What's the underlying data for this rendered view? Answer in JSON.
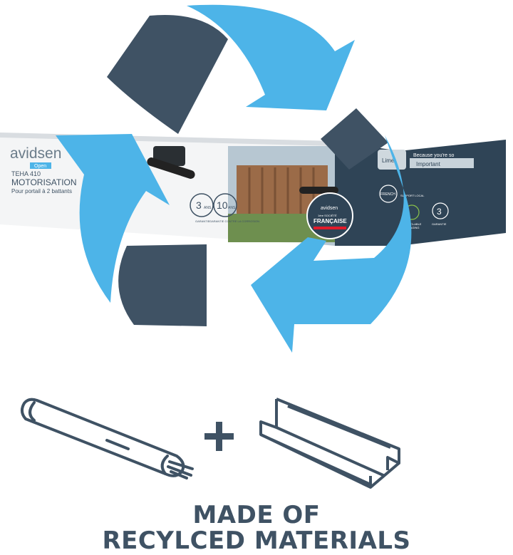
{
  "colors": {
    "arrow_light": "#4db4e8",
    "arrow_dark": "#3f5264",
    "box_navy": "#2f4456",
    "text_dark": "#3f5264",
    "icon_line": "#3f5264"
  },
  "box": {
    "brand": "avidsen",
    "brand_tag": "Open",
    "model": "TEHA 410",
    "product": "MOTORISATION",
    "subtitle": "Pour portail à 2 battants",
    "warranty_years": "3",
    "warranty_years_unit": "ANS",
    "warranty_label": "GARANTIE",
    "corrosion_years": "10",
    "corrosion_years_unit": "ANS",
    "corrosion_label": "GARANTIE CONTRE LA CORROSION",
    "seal_brand": "avidsen",
    "seal_top": "1ère SOCIÉTÉ",
    "seal_main": "FRANÇAISE",
    "side_tagline_1": "Because you're so",
    "side_tagline_2": "Important",
    "side_logo": "Lime",
    "side_badge_french": "FRENCH",
    "side_badge_years": "3",
    "side_labels": [
      "SUPPORT LOCAL",
      "RECYCLABLE",
      "PACKAGING",
      "GARANTIE"
    ]
  },
  "icons": {
    "rod": "recycled-rod-icon",
    "plus": "plus-icon",
    "channel": "recycled-channel-icon"
  },
  "caption": {
    "line1": "MADE OF",
    "line2": "RECYLCED MATERIALS"
  }
}
